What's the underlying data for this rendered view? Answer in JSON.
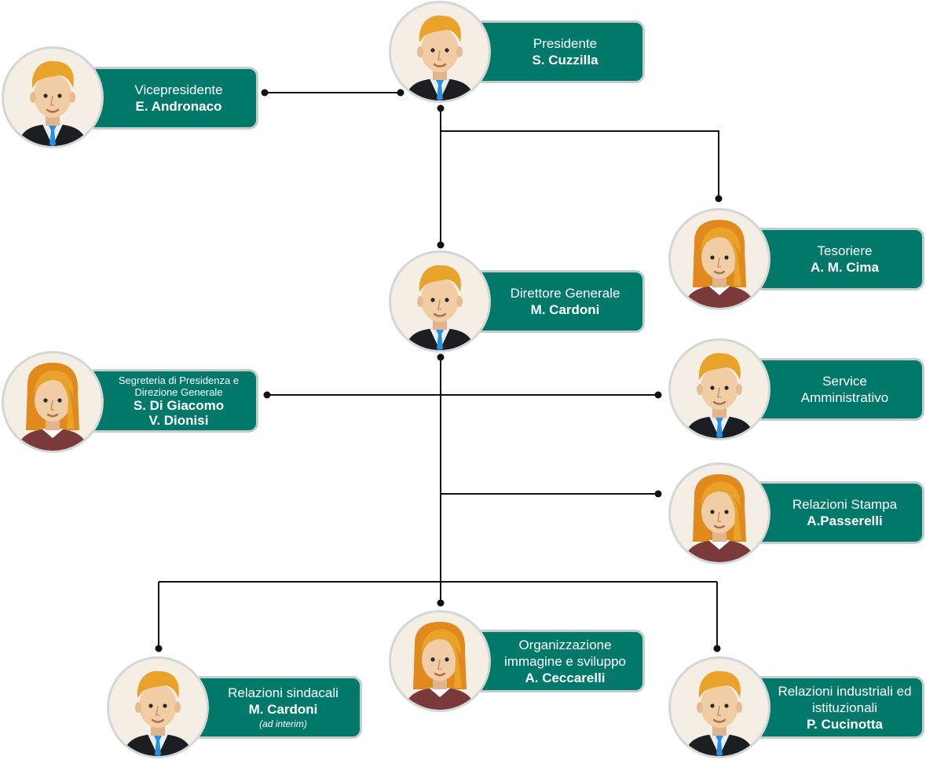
{
  "org": {
    "president": {
      "role": "Presidente",
      "name": "S. Cuzzilla",
      "avatar": "male-avatar-icon"
    },
    "vice": {
      "role": "Vicepresidente",
      "name": "E. Andronaco",
      "avatar": "male-avatar-icon"
    },
    "treasurer": {
      "role": "Tesoriere",
      "name": "A. M. Cima",
      "avatar": "female-avatar-icon"
    },
    "dg": {
      "role": "Direttore Generale",
      "name": "M. Cardoni",
      "avatar": "male-avatar-icon"
    },
    "secretariat": {
      "role": "Segreteria di Presidenza e Direzione Generale",
      "name1": "S. Di Giacomo",
      "name2": "V. Dionisi",
      "avatar": "female-avatar-icon"
    },
    "service": {
      "role": "Service Amministrativo",
      "avatar": "male-avatar-icon"
    },
    "press": {
      "role": "Relazioni Stampa",
      "name": "A.Passerelli",
      "avatar": "female-avatar-icon"
    },
    "unions": {
      "role": "Relazioni sindacali",
      "name": "M. Cardoni",
      "note": "(ad interim)",
      "avatar": "male-avatar-icon"
    },
    "organization": {
      "role": "Organizzazione immagine e sviluppo",
      "name": "A. Ceccarelli",
      "avatar": "female-avatar-icon"
    },
    "industrial": {
      "role": "Relazioni industriali ed istituzionali",
      "name": "P. Cucinotta",
      "avatar": "male-avatar-icon"
    }
  },
  "colors": {
    "card": "#00796b",
    "card_border": "#c6ccca",
    "avatar_bg": "#f4eee4",
    "line": "#111111"
  }
}
